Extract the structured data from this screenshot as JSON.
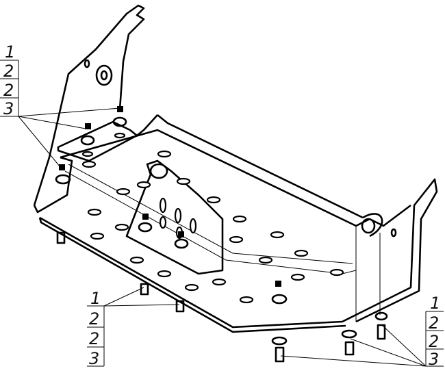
{
  "callouts": [
    {
      "position": "left",
      "items": [
        "1",
        "2",
        "2",
        "3"
      ]
    },
    {
      "position": "bottom-center",
      "items": [
        "1",
        "2",
        "2",
        "3"
      ]
    },
    {
      "position": "bottom-right",
      "items": [
        "1",
        "2",
        "2",
        "3"
      ]
    }
  ]
}
